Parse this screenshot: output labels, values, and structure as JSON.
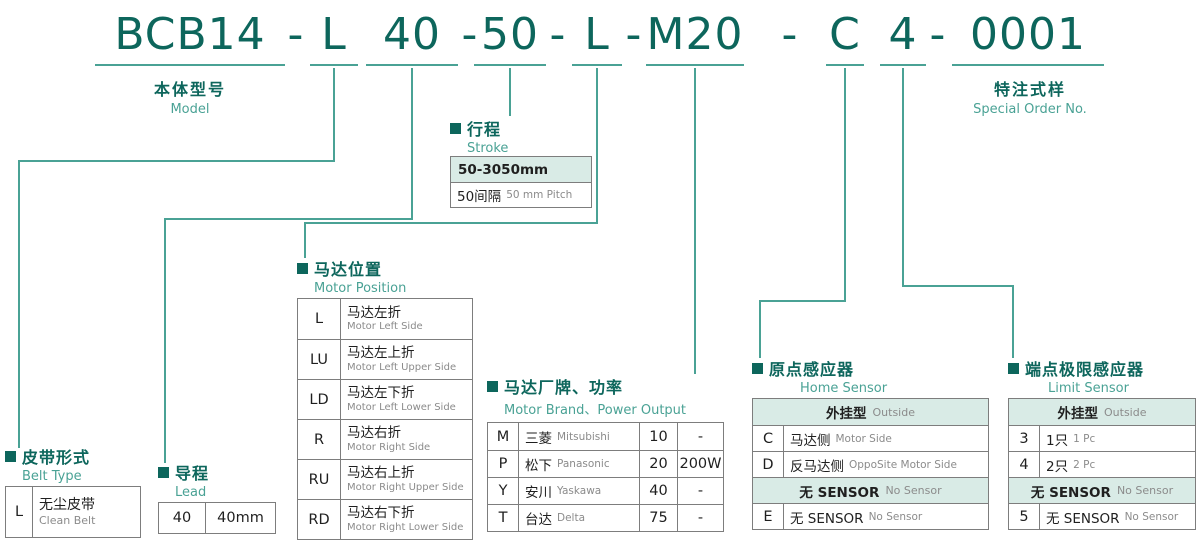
{
  "colors": {
    "accent_dark": "#0d665c",
    "accent_mid": "#4aa295",
    "header_bg": "#d9ebe6"
  },
  "code": {
    "segments": [
      "BCB14",
      "L",
      "40",
      "50",
      "L",
      "M20",
      "C",
      "4",
      "0001"
    ],
    "separator": "-"
  },
  "labels": {
    "model": {
      "zh": "本体型号",
      "en": "Model"
    },
    "special_order": {
      "zh": "特注式样",
      "en": "Special Order No."
    }
  },
  "belt_type": {
    "zh": "皮带形式",
    "en": "Belt Type",
    "rows": [
      {
        "code": "L",
        "zh": "无尘皮带",
        "en": "Clean Belt"
      }
    ]
  },
  "lead": {
    "zh": "导程",
    "en": "Lead",
    "rows": [
      {
        "code": "40",
        "value": "40mm"
      }
    ]
  },
  "stroke": {
    "zh": "行程",
    "en": "Stroke",
    "range": "50-3050mm",
    "pitch_zh": "50间隔",
    "pitch_en": "50 mm Pitch"
  },
  "motor_position": {
    "zh": "马达位置",
    "en": "Motor Position",
    "rows": [
      {
        "code": "L",
        "zh": "马达左折",
        "en": "Motor Left Side"
      },
      {
        "code": "LU",
        "zh": "马达左上折",
        "en": "Motor Left Upper Side"
      },
      {
        "code": "LD",
        "zh": "马达左下折",
        "en": "Motor Left Lower Side"
      },
      {
        "code": "R",
        "zh": "马达右折",
        "en": "Motor Right Side"
      },
      {
        "code": "RU",
        "zh": "马达右上折",
        "en": "Motor Right Upper Side"
      },
      {
        "code": "RD",
        "zh": "马达右下折",
        "en": "Motor Right Lower Side"
      }
    ]
  },
  "motor_brand": {
    "zh": "马达厂牌、功率",
    "en": "Motor Brand、Power Output",
    "rows": [
      {
        "code": "M",
        "brand_zh": "三菱",
        "brand_en": "Mitsubishi",
        "power_code": "10",
        "power": "-"
      },
      {
        "code": "P",
        "brand_zh": "松下",
        "brand_en": "Panasonic",
        "power_code": "20",
        "power": "200W"
      },
      {
        "code": "Y",
        "brand_zh": "安川",
        "brand_en": "Yaskawa",
        "power_code": "40",
        "power": "-"
      },
      {
        "code": "T",
        "brand_zh": "台达",
        "brand_en": "Delta",
        "power_code": "75",
        "power": "-"
      }
    ]
  },
  "home_sensor": {
    "zh": "原点感应器",
    "en": "Home Sensor",
    "group_outside": {
      "zh": "外挂型",
      "en": "Outside"
    },
    "outside_rows": [
      {
        "code": "C",
        "zh": "马达侧",
        "en": "Motor Side"
      },
      {
        "code": "D",
        "zh": "反马达侧",
        "en": "OppoSite Motor Side"
      }
    ],
    "group_none": {
      "zh": "无 SENSOR",
      "en": "No Sensor"
    },
    "none_rows": [
      {
        "code": "E",
        "zh": "无 SENSOR",
        "en": "No Sensor"
      }
    ]
  },
  "limit_sensor": {
    "zh": "端点极限感应器",
    "en": "Limit Sensor",
    "group_outside": {
      "zh": "外挂型",
      "en": "Outside"
    },
    "outside_rows": [
      {
        "code": "3",
        "zh": "1只",
        "en": "1 Pc"
      },
      {
        "code": "4",
        "zh": "2只",
        "en": "2 Pc"
      }
    ],
    "group_none": {
      "zh": "无 SENSOR",
      "en": "No Sensor"
    },
    "none_rows": [
      {
        "code": "5",
        "zh": "无 SENSOR",
        "en": "No Sensor"
      }
    ]
  }
}
